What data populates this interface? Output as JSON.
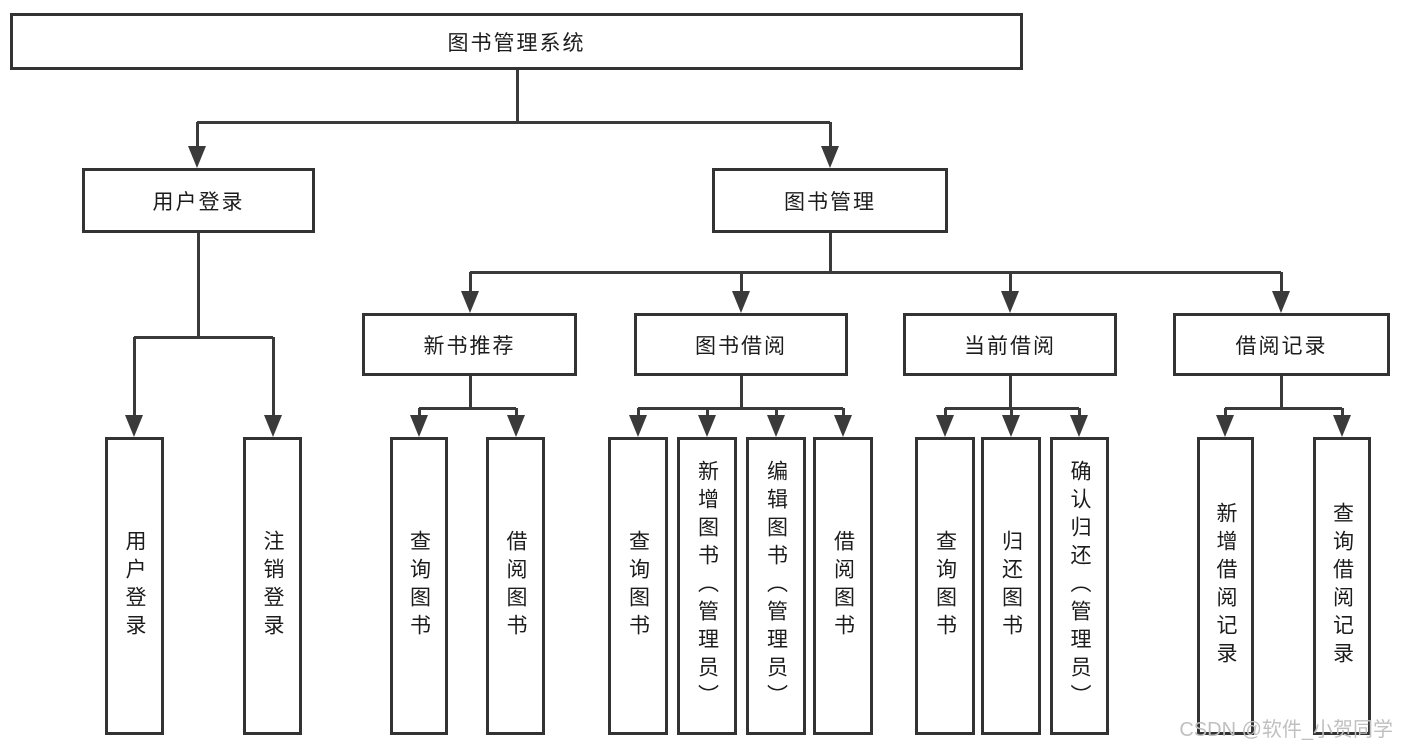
{
  "diagram": {
    "root": {
      "label": "图书管理系统"
    },
    "children": [
      {
        "label": "用户登录",
        "children": [
          {
            "label": "用户登录"
          },
          {
            "label": "注销登录"
          }
        ]
      },
      {
        "label": "图书管理",
        "children": [
          {
            "label": "新书推荐",
            "children": [
              {
                "label": "查询图书"
              },
              {
                "label": "借阅图书"
              }
            ]
          },
          {
            "label": "图书借阅",
            "children": [
              {
                "label": "查询图书"
              },
              {
                "label": "新增图书（管理员）"
              },
              {
                "label": "编辑图书（管理员）"
              },
              {
                "label": "借阅图书"
              }
            ]
          },
          {
            "label": "当前借阅",
            "children": [
              {
                "label": "查询图书"
              },
              {
                "label": "归还图书"
              },
              {
                "label": "确认归还（管理员）"
              }
            ]
          },
          {
            "label": "借阅记录",
            "children": [
              {
                "label": "新增借阅记录"
              },
              {
                "label": "查询借阅记录"
              }
            ]
          }
        ]
      }
    ]
  },
  "watermark": {
    "text": "CSDN @软件_小贺同学"
  },
  "colors": {
    "line": "#3a3a3a",
    "border": "#333333",
    "text": "#1c1c1c",
    "background": "#ffffff",
    "watermark": "#c0c0c0"
  }
}
